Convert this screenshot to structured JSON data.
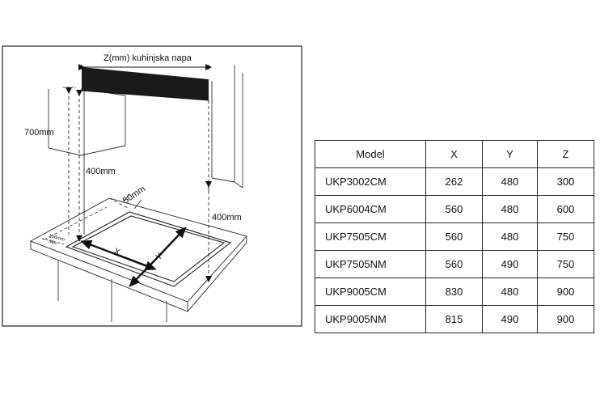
{
  "diagram": {
    "hood_label": "Z(mm) kuhinjska napa",
    "height_700": "700mm",
    "height_400_left": "400mm",
    "height_400_right": "400mm",
    "depth_50": "50mm",
    "side_100_line1": "100mm",
    "side_100_line2": "Min.",
    "x_label": "X",
    "y_label": "Y"
  },
  "table": {
    "headers": [
      "Model",
      "X",
      "Y",
      "Z"
    ],
    "rows": [
      [
        "UKP3002CM",
        "262",
        "480",
        "300"
      ],
      [
        "UKP6004CM",
        "560",
        "480",
        "600"
      ],
      [
        "UKP7505CM",
        "560",
        "480",
        "750"
      ],
      [
        "UKP7505NM",
        "560",
        "490",
        "750"
      ],
      [
        "UKP9005CM",
        "830",
        "480",
        "900"
      ],
      [
        "UKP9005NM",
        "815",
        "490",
        "900"
      ]
    ]
  }
}
